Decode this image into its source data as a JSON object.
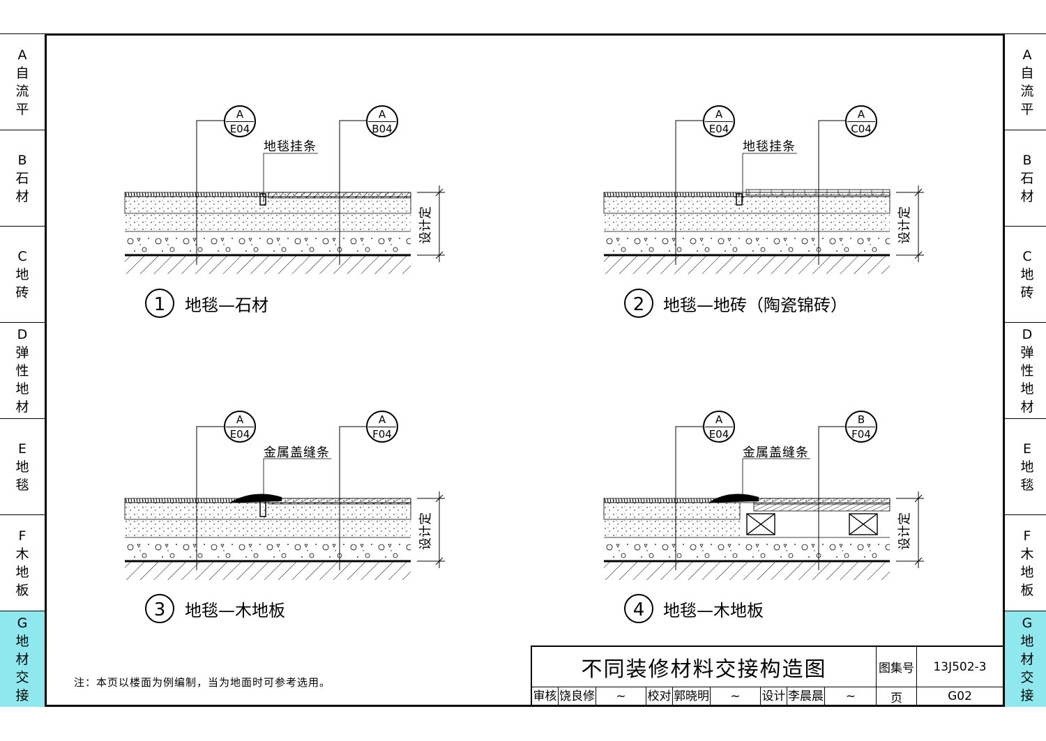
{
  "sidebar": {
    "tabs": [
      {
        "letter": "A",
        "text": [
          "自",
          "流",
          "平"
        ],
        "active": false
      },
      {
        "letter": "B",
        "text": [
          "石",
          "材"
        ],
        "active": false
      },
      {
        "letter": "C",
        "text": [
          "地",
          "砖"
        ],
        "active": false
      },
      {
        "letter": "D",
        "text": [
          "弹",
          "性",
          "地",
          "材"
        ],
        "active": false
      },
      {
        "letter": "E",
        "text": [
          "地",
          "毯"
        ],
        "active": false
      },
      {
        "letter": "F",
        "text": [
          "木",
          "地",
          "板"
        ],
        "active": false
      },
      {
        "letter": "G",
        "text": [
          "地",
          "材",
          "交",
          "接"
        ],
        "active": true
      }
    ]
  },
  "details": [
    {
      "num": "1",
      "title": "地毯—石材",
      "callout": "地毯挂条",
      "ref_left": {
        "top": "A",
        "bottom": "E04"
      },
      "ref_right": {
        "top": "A",
        "bottom": "B04"
      },
      "dim": "设计定"
    },
    {
      "num": "2",
      "title": "地毯—地砖（陶瓷锦砖）",
      "callout": "地毯挂条",
      "ref_left": {
        "top": "A",
        "bottom": "E04"
      },
      "ref_right": {
        "top": "A",
        "bottom": "C04"
      },
      "dim": "设计定"
    },
    {
      "num": "3",
      "title": "地毯—木地板",
      "callout": "金属盖缝条",
      "ref_left": {
        "top": "A",
        "bottom": "E04"
      },
      "ref_right": {
        "top": "A",
        "bottom": "F04"
      },
      "dim": "设计定"
    },
    {
      "num": "4",
      "title": "地毯—木地板",
      "callout": "金属盖缝条",
      "ref_left": {
        "top": "A",
        "bottom": "E04"
      },
      "ref_right": {
        "top": "B",
        "bottom": "F04"
      },
      "dim": "设计定"
    }
  ],
  "note": "注：本页以楼面为例编制，当为地面时可参考选用。",
  "title_block": {
    "title": "不同装修材料交接构造图",
    "atlas_label": "图集号",
    "atlas_no": "13J502-3",
    "review_label": "审核",
    "reviewer": "饶良修",
    "check_label": "校对",
    "checker": "郭晓明",
    "design_label": "设计",
    "designer": "李晨晨",
    "page_label": "页",
    "page_no": "G02"
  },
  "colors": {
    "active_tab": "#8fe8ee",
    "line": "#000000"
  }
}
